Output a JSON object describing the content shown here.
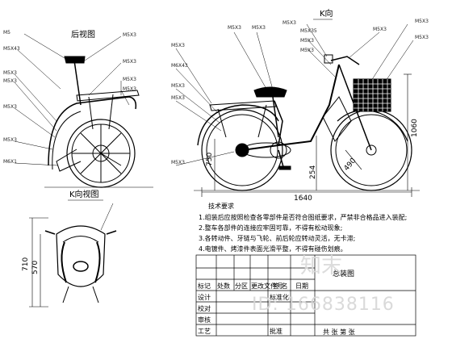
{
  "views": {
    "rear_title": "后视图",
    "k_title": "K向",
    "k_view_title": "K向视图"
  },
  "rear_callouts": [
    "M5",
    "M5X43",
    "M5X3",
    "M5X3",
    "M5X3",
    "M5X3",
    "M6X1"
  ],
  "rear_right_callouts": [
    "M5X3",
    "M5X3",
    "M5X3",
    "M5X3"
  ],
  "side_callouts_left": [
    "M5X3",
    "M6X43",
    "M5X3",
    "M5X3",
    "M5X3"
  ],
  "side_callouts_top": [
    "M5X3",
    "M5X3",
    "M5X3",
    "M5X35",
    "M5X3",
    "M5X3"
  ],
  "side_callouts_right": [
    "M5X3",
    "M5X3",
    "M5X3"
  ],
  "dimensions": {
    "length": "1640",
    "height": "1060",
    "seat": "750",
    "d1": "254",
    "d2": "490",
    "k_h1": "710",
    "k_h2": "570"
  },
  "notes": {
    "heading": "技术要求",
    "lines": [
      "1.组装后应按照检查各零部件是否符合图纸要求，严禁非合格品进入装配;",
      "2.整车各部件的连接应牢固可靠，不得有松动现象;",
      "3.各转动件、牙链与飞轮、前后轮应转动灵活，无卡滞;",
      "4.电镀件、烤漆件表面光滑平整，不得有碰伤划痕。"
    ]
  },
  "title_block": {
    "header_row": [
      "标记",
      "处数",
      "分区",
      "更改文件号",
      "签 名",
      "日期"
    ],
    "rows": [
      "设计",
      "校对",
      "审核",
      "工艺"
    ],
    "sign_label": "标准化",
    "approve_label": "批准",
    "drawing_name": "总装图",
    "footer": "共 张 第 张"
  },
  "watermark": {
    "brand": "知末",
    "id_text": "ID: 166838116"
  }
}
